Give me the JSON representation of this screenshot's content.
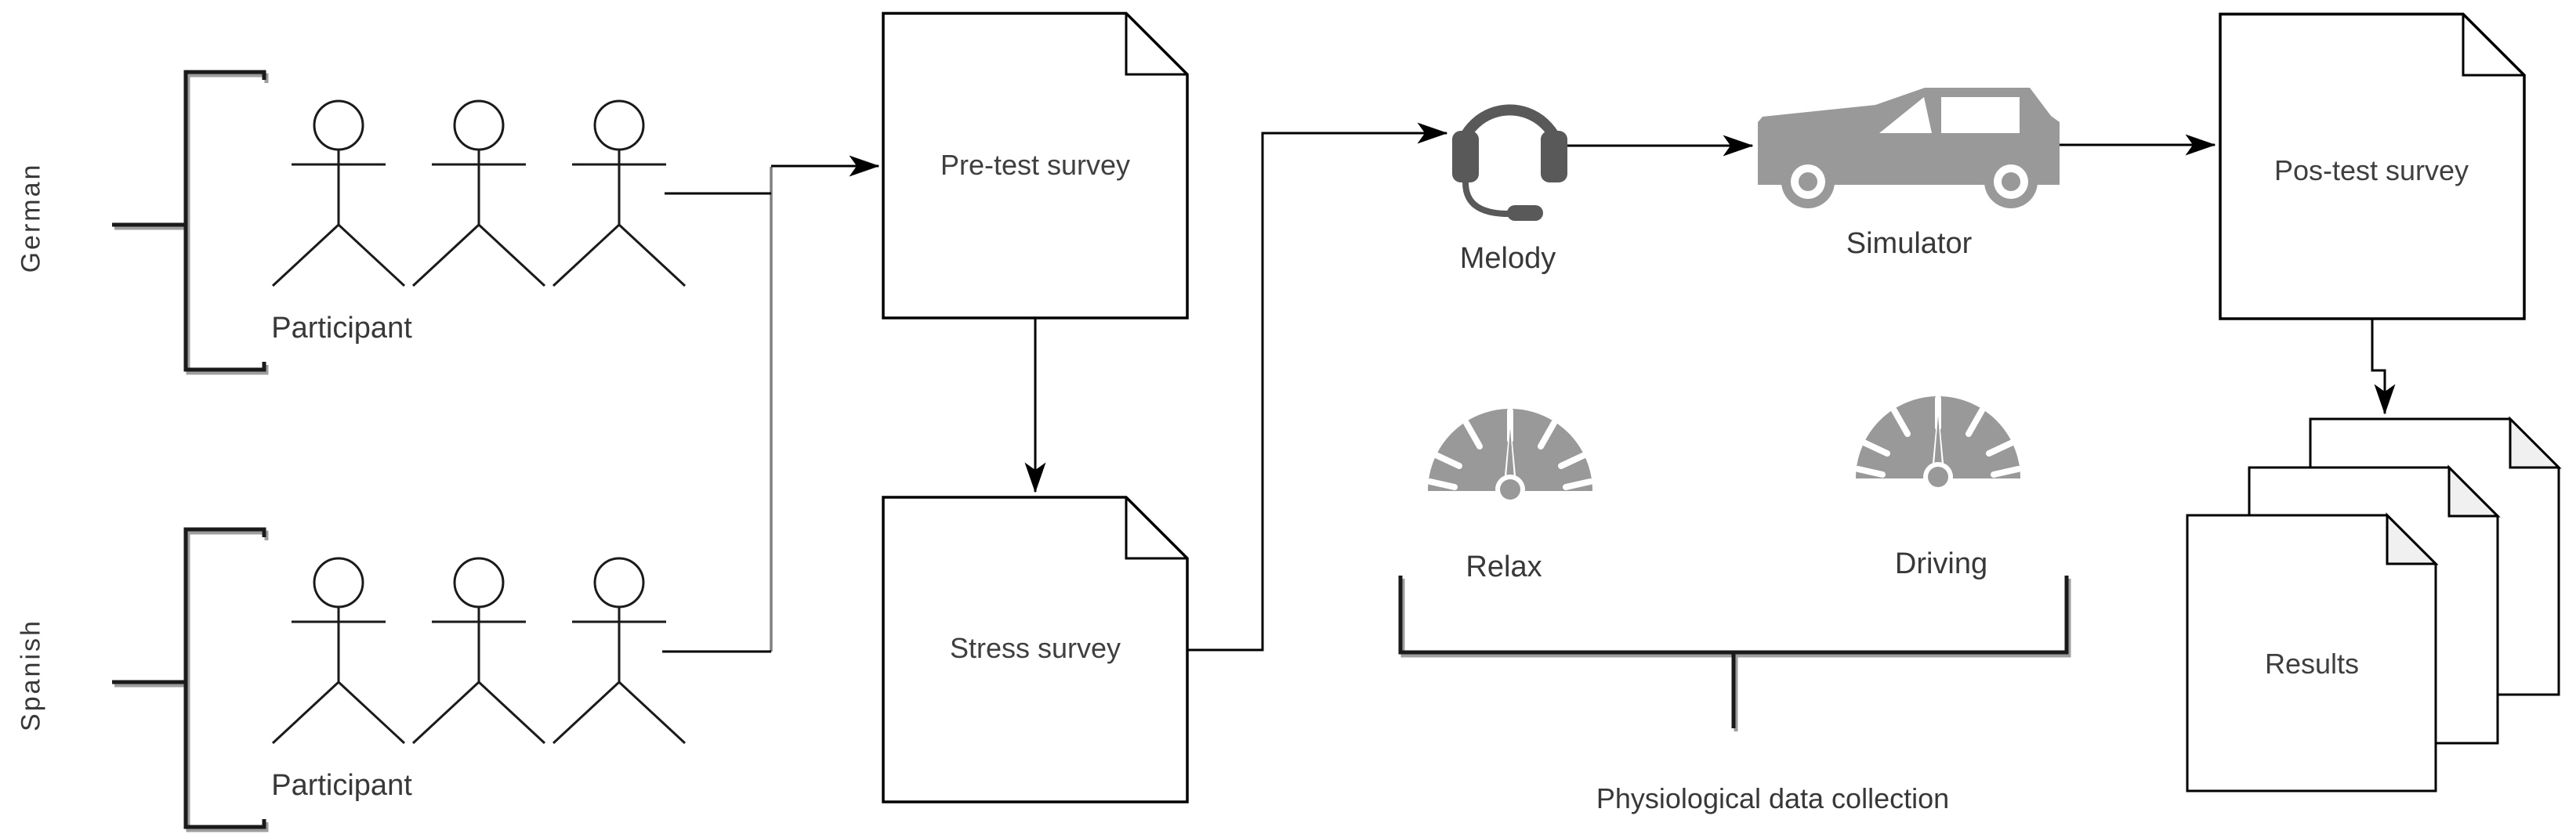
{
  "diagram": {
    "groups": [
      {
        "language": "German",
        "caption": "Participant",
        "participants_count": 3
      },
      {
        "language": "Spanish",
        "caption": "Participant",
        "participants_count": 3
      }
    ],
    "steps": {
      "pre_test": "Pre-test survey",
      "stress": "Stress survey",
      "melody": "Melody",
      "simulator": "Simulator",
      "pos_test": "Pos-test survey",
      "results": "Results"
    },
    "conditions": {
      "relax": "Relax",
      "driving": "Driving"
    },
    "bracket_caption": "Physiological data collection",
    "icons": [
      "person-icon",
      "document-icon",
      "headset-icon",
      "car-icon",
      "gauge-icon",
      "documents-stack-icon"
    ],
    "colors": {
      "line": "#000000",
      "bracket": "#1a1a1a",
      "bracket_shadow": "#9e9e9e",
      "connector_gray": "#808080",
      "icon_dark": "#595959",
      "icon_gray": "#999999",
      "fold_fill": "#f0f0f0",
      "text": "#383838",
      "background": "#ffffff"
    }
  }
}
